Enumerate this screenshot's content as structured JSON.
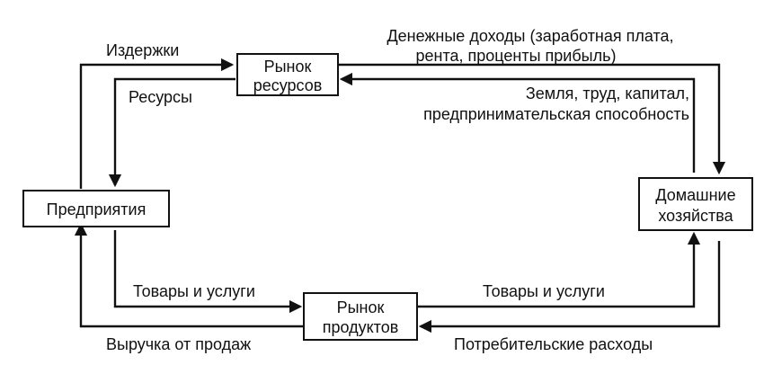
{
  "nodes": {
    "resource_market": {
      "line1": "Рынок",
      "line2": "ресурсов"
    },
    "firms": {
      "label": "Предприятия"
    },
    "households": {
      "line1": "Домашние",
      "line2": "хозяйства"
    },
    "product_market": {
      "line1": "Рынок",
      "line2": "продуктов"
    }
  },
  "flows": {
    "costs": "Издержки",
    "money_income_line1": "Денежные доходы (заработная плата,",
    "money_income_line2": "рента, проценты  прибыль)",
    "resources": "Ресурсы",
    "factors_line1": "Земля, труд, капитал,",
    "factors_line2": "предпринимательская способность",
    "goods_to_market": "Товары и услуги",
    "goods_to_households": "Товары и услуги",
    "sales_revenue": "Выручка от продаж",
    "consumer_spending": "Потребительские расходы"
  },
  "colors": {
    "ink": "#111111",
    "background": "#ffffff"
  }
}
